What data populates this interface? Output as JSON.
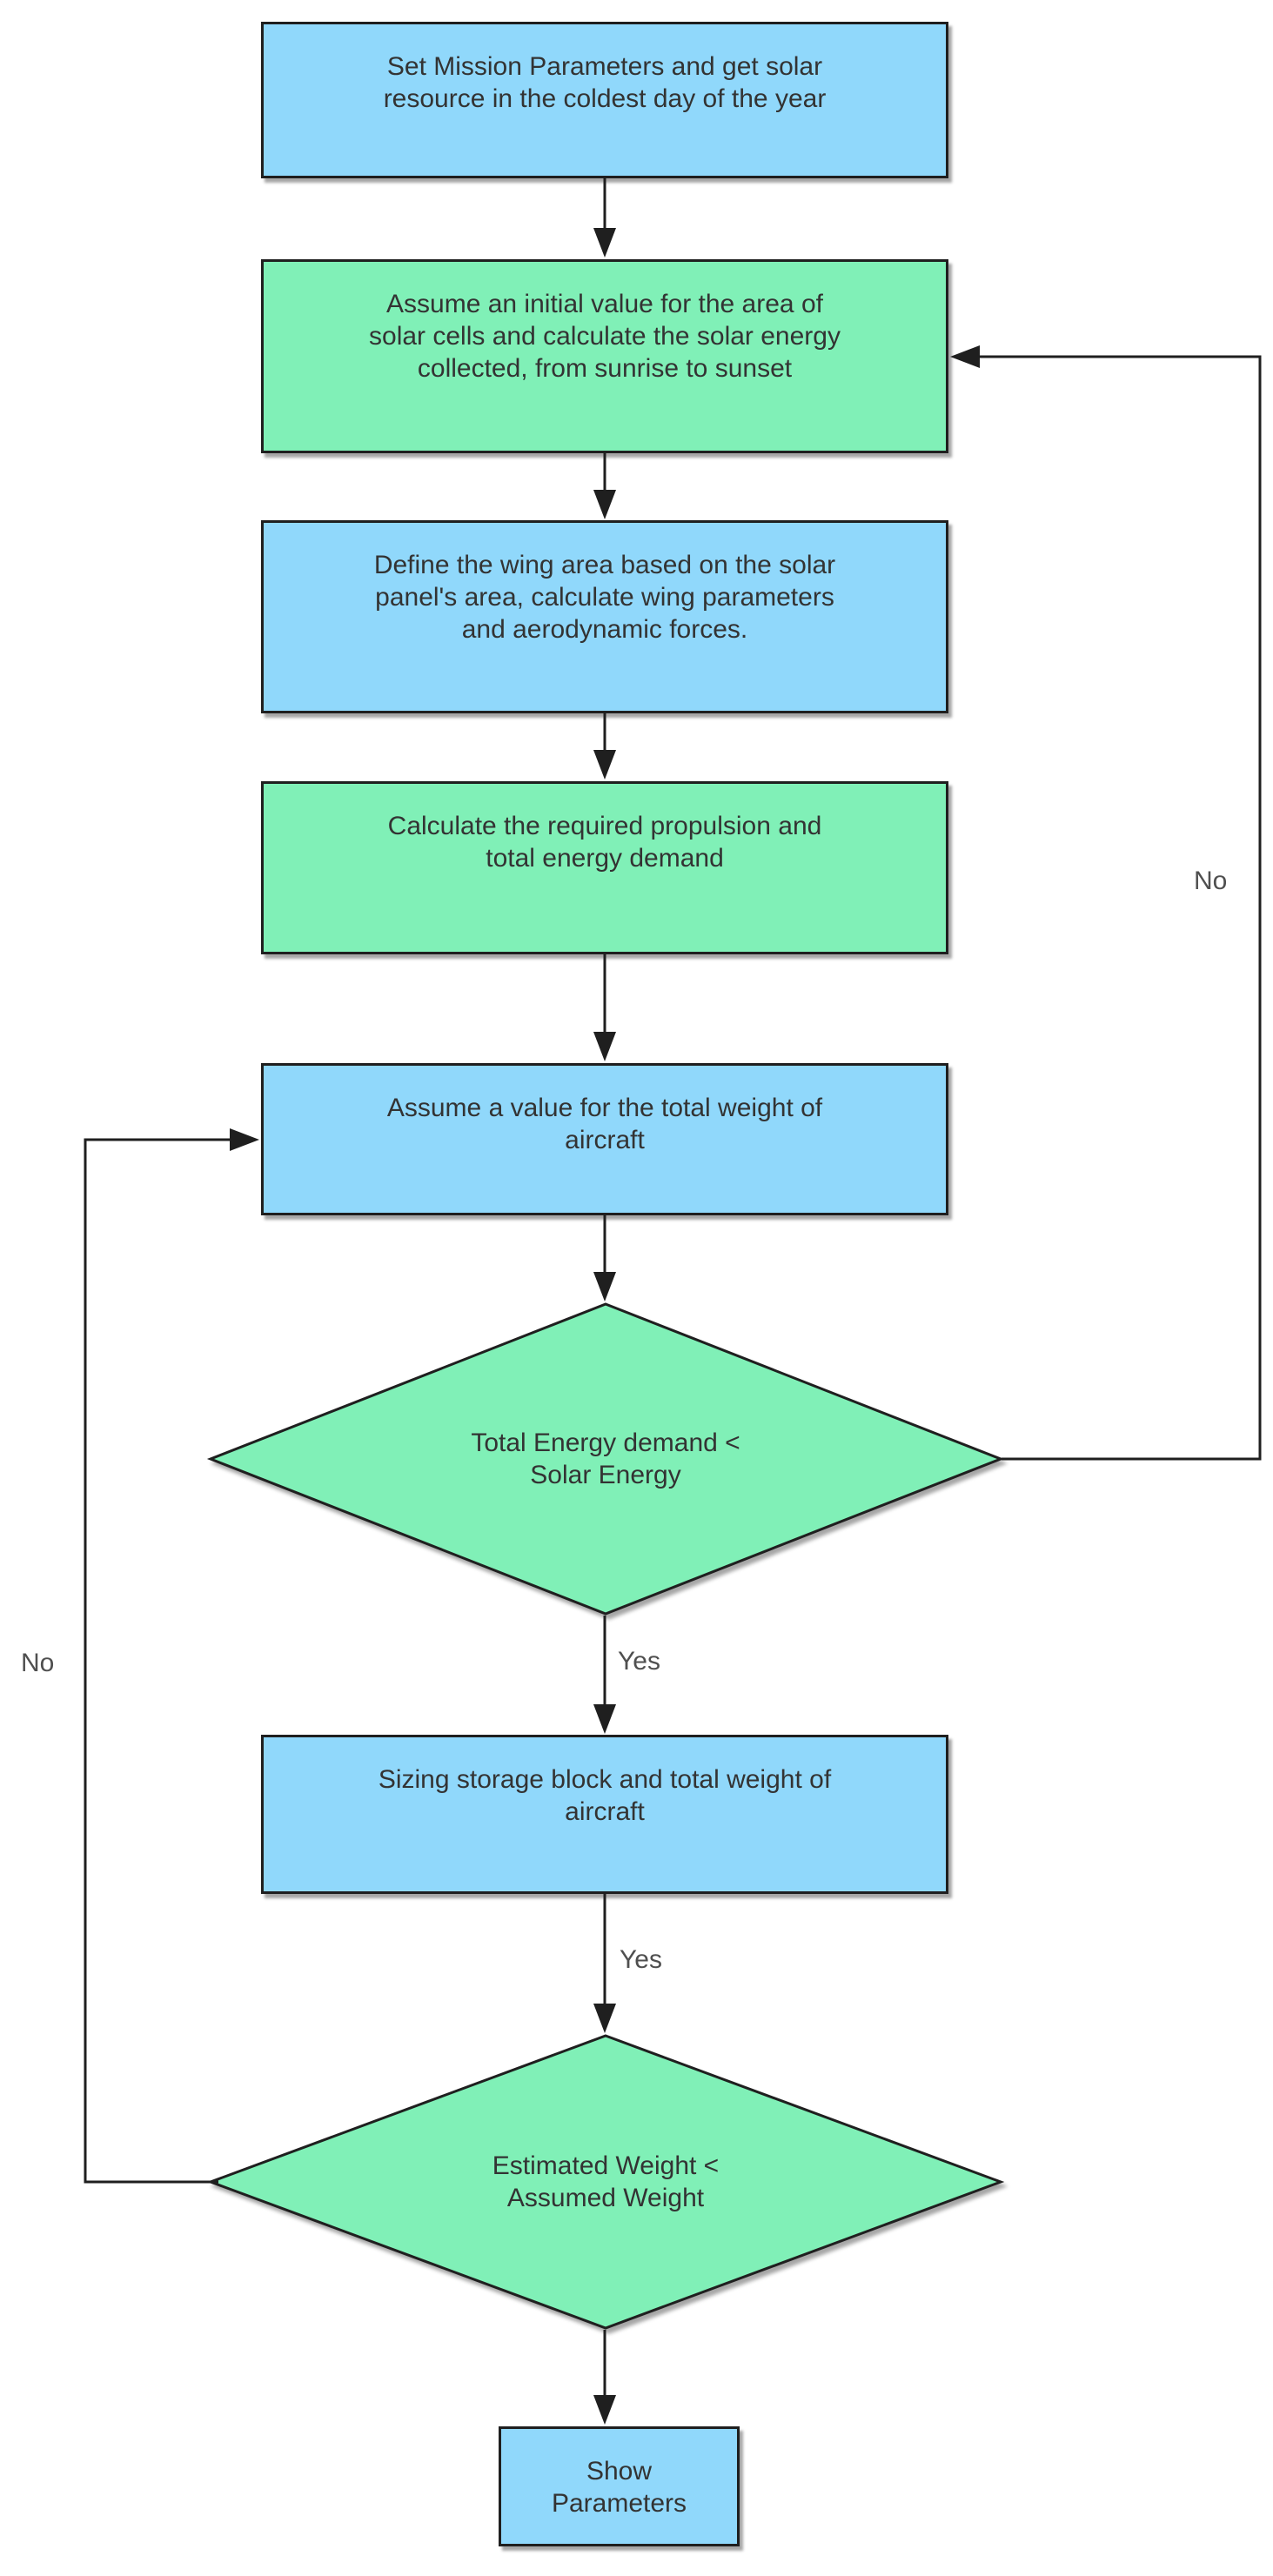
{
  "colors": {
    "node-blue": "#90d8fb",
    "node-green": "#80f0b7",
    "stroke": "#1f1f1f",
    "node-text": "#333333",
    "edge-label": "#4f4f4f"
  },
  "nodes": {
    "set_mission": {
      "label": "Set Mission Parameters and get solar\nresource in the coldest day of the year"
    },
    "assume_solar_area": {
      "label": "Assume an initial value for the area of\nsolar cells and calculate the solar energy\ncollected, from sunrise to sunset"
    },
    "define_wing": {
      "label": "Define the wing area based on the solar\npanel's area, calculate wing parameters\nand aerodynamic forces."
    },
    "calc_propulsion": {
      "label": "Calculate the required propulsion and\ntotal energy demand"
    },
    "assume_weight": {
      "label": "Assume a value for the total weight of\naircraft"
    },
    "energy_check": {
      "label": "Total Energy demand <\nSolar Energy"
    },
    "sizing_storage": {
      "label": "Sizing storage block and total weight of\naircraft"
    },
    "weight_check": {
      "label": "Estimated Weight <\nAssumed Weight"
    },
    "show_parameters": {
      "label": "Show\nParameters"
    }
  },
  "edge_labels": {
    "energy_yes": "Yes",
    "storage_yes": "Yes",
    "energy_no": "No",
    "weight_no": "No"
  }
}
